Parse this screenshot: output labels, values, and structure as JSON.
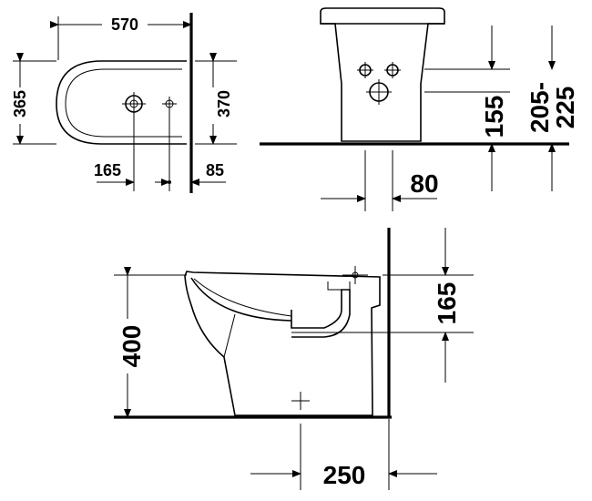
{
  "plan_view": {
    "width": "570",
    "depth_left": "365",
    "depth_right": "370",
    "tap_offset": "165",
    "wall_offset": "85"
  },
  "front_view": {
    "waste_spacing": "80",
    "supply_height": "155",
    "range_line1": "205-",
    "range_line2": "225"
  },
  "side_view": {
    "rim_height": "400",
    "outlet_drop": "165",
    "outlet_to_wall": "250"
  }
}
